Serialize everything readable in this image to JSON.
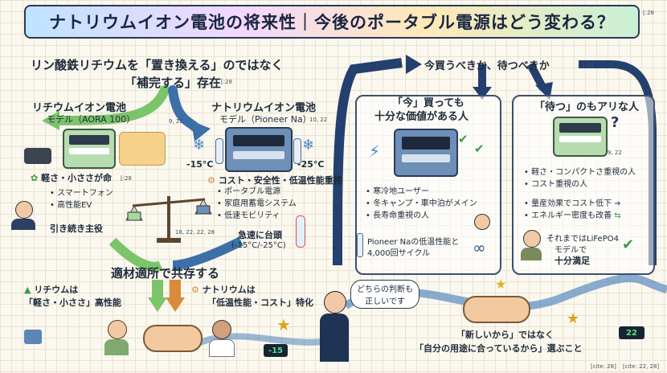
{
  "title": "ナトリウムイオン電池の将来性｜今後のポータブル電源はどう変わる？",
  "cite_title": "[:28",
  "left": {
    "headline1": "リン酸鉄リチウムを「置き換える」のではなく",
    "headline2": "「補完する」存在",
    "headline_cite": "[:28",
    "lithium_title": "リチウムイオン電池",
    "lithium_model": "モデル（AORA 100）",
    "sodium_title": "ナトリウムイオン電池",
    "sodium_model": "モデル（Pioneer Na）",
    "cite_9_22": "9, 22",
    "cite_10_22": "10, 22",
    "temp_low": "-15°C",
    "temp_high": "-25°C",
    "lithium_point": "軽さ・小ささが命",
    "lithium_cite": "[:28",
    "lithium_uses": [
      "スマートフォン",
      "高性能EV"
    ],
    "lithium_main": "引き続き主役",
    "sodium_point": "コスト・安全性・低温性能重視",
    "sodium_uses": [
      "ポータブル電源",
      "家庭用蓄電システム",
      "低速モビリティ"
    ],
    "scale_cite": "18, 22, 22, 28",
    "growth1": "急速に台頭",
    "growth2": "(-15°C/-25°C)",
    "coexist": "適材適所で共存する",
    "lithium_strength1": "リチウムは",
    "lithium_strength2": "「軽さ・小ささ」高性能",
    "sodium_strength1": "ナトリウムは",
    "sodium_strength2": "「低温性能・コスト」特化",
    "display_left": "-15"
  },
  "right": {
    "heading": "今買うべきか、待つべきか",
    "heading_cite": "[:28",
    "now_title1": "「今」買っても",
    "now_title2": "十分な価値がある人",
    "now_items": [
      "寒冷地ユーザー",
      "冬キャンプ・車中泊がメイン",
      "長寿命重視の人"
    ],
    "now_note1": "Pioneer Naの低温性能と",
    "now_note2": "4,000回サイクル",
    "wait_title": "「待つ」のもアリな人",
    "wait_cite": "9, 22",
    "wait_items": [
      "軽さ・コンパクトさ重視の人",
      "コスト重視の人"
    ],
    "wait_trends": [
      "量産効果でコスト低下",
      "エネルギー密度も改善"
    ],
    "wait_note1": "それまではLiFePO4",
    "wait_note2": "モデルで",
    "wait_note3": "十分満足",
    "speech1": "どちらの判断も",
    "speech2": "正しいです",
    "bottom1": "「新しいから」ではなく",
    "bottom2": "「自分の用途に合っているから」選ぶこと",
    "display_right": "22",
    "cite_a": "[cite: 28]",
    "cite_b": "[cite: 22, 28]"
  }
}
